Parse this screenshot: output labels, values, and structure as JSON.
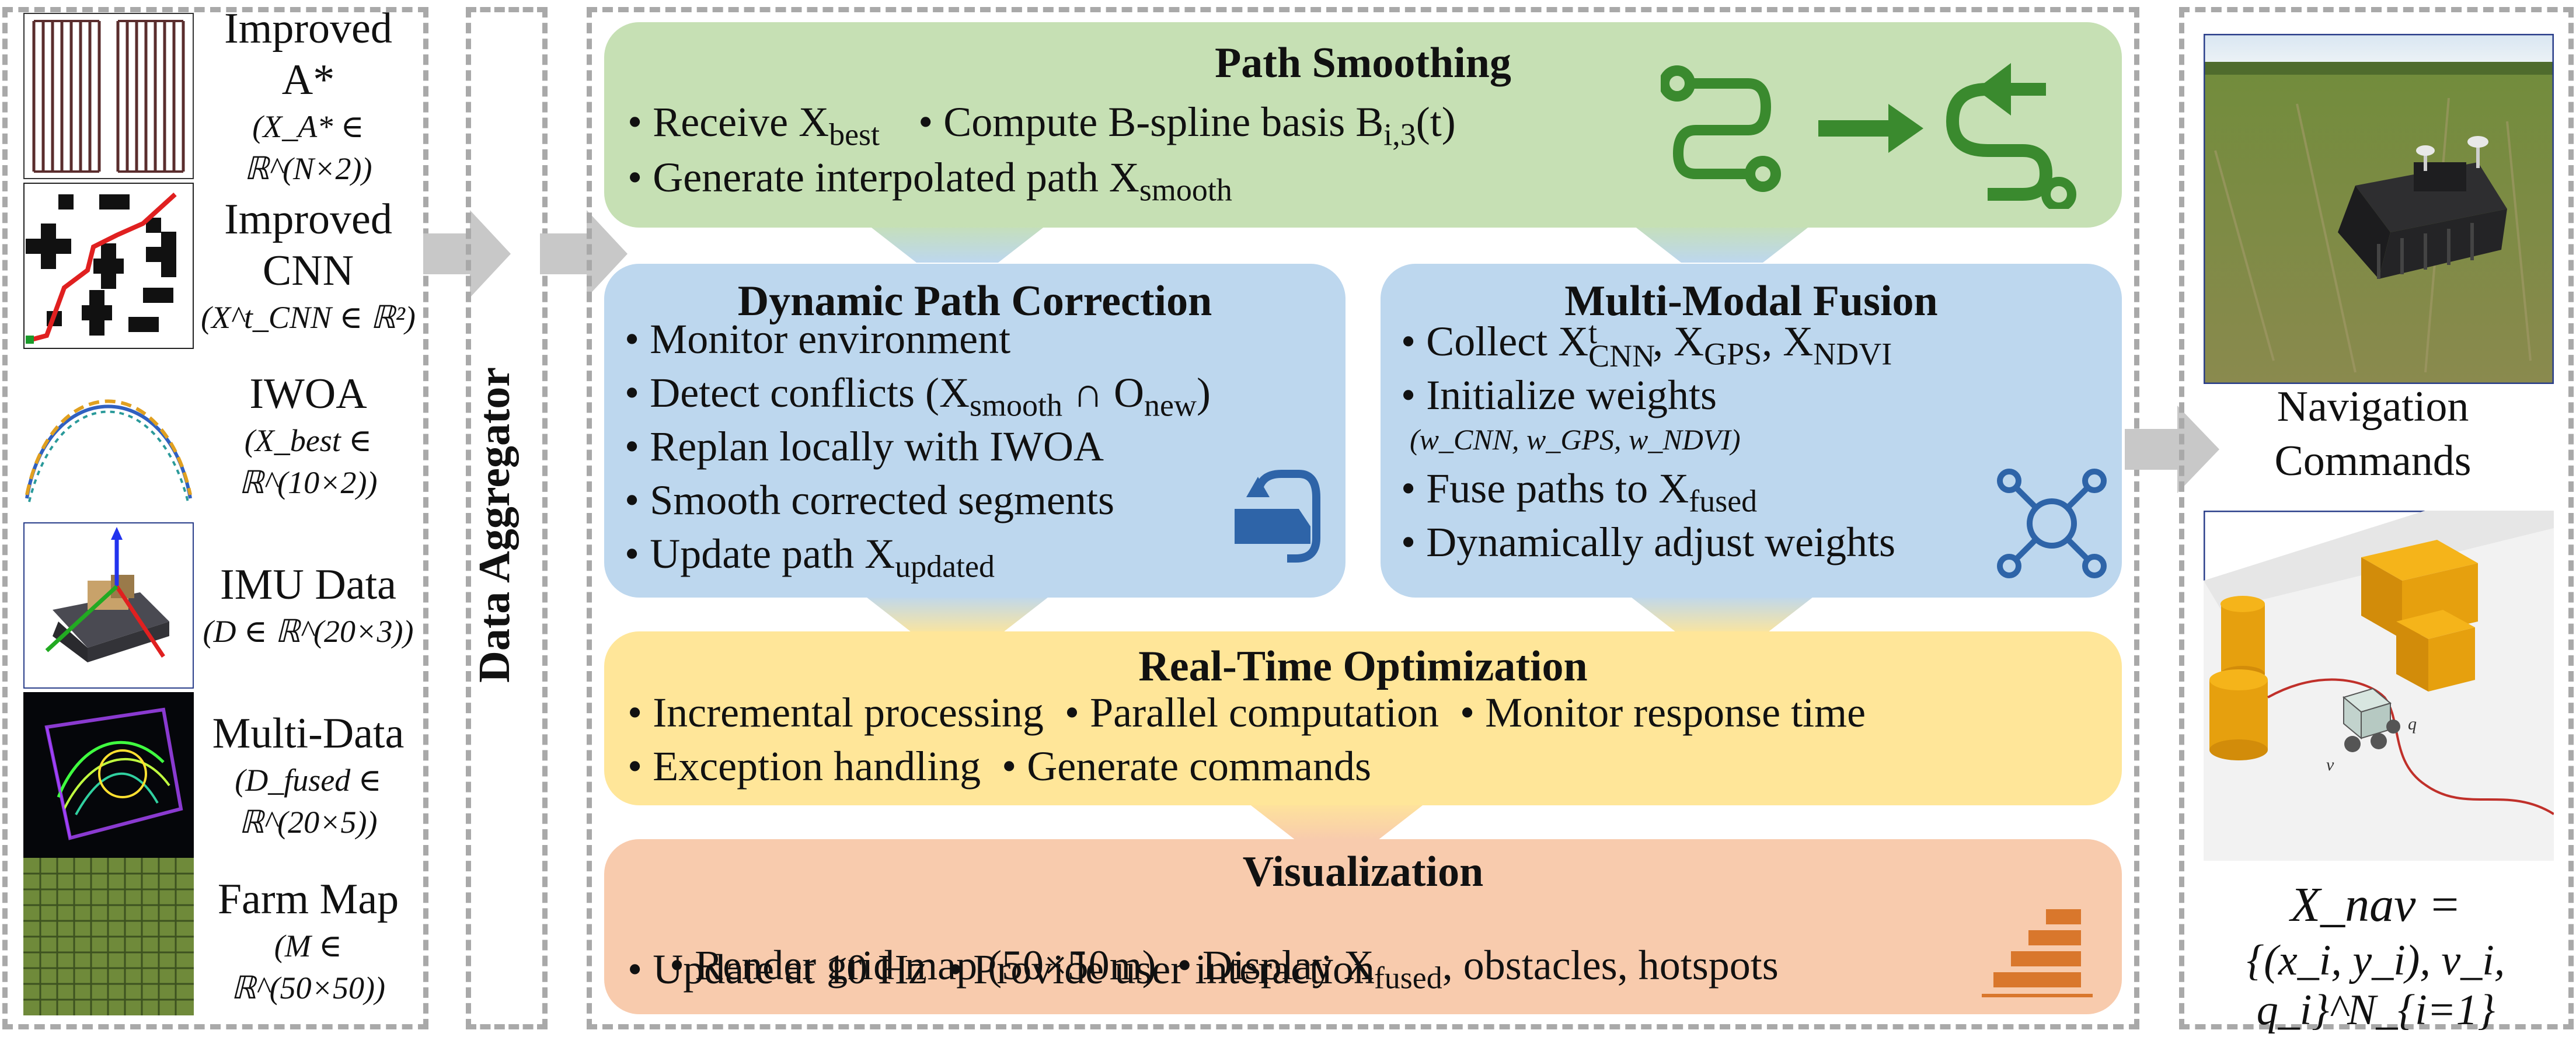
{
  "inputs": [
    {
      "title": "Improved A*",
      "sub": "(X_{A*} ∈ ℝ^{N×2})"
    },
    {
      "title": "Improved CNN",
      "sub": "(X^t_CNN ∈ ℝ^2)"
    },
    {
      "title": "IWOA",
      "sub": "(X_best ∈ ℝ^{10×2})"
    },
    {
      "title": "IMU Data",
      "sub": "(D ∈ ℝ^{20×3})"
    },
    {
      "title": "Multi-Data",
      "sub": "(D_fused ∈ ℝ^{20×5})"
    },
    {
      "title": "Farm Map",
      "sub": "(M ∈ ℝ^{50×50})"
    }
  ],
  "input_titles": {
    "a_line1": "Improved",
    "a_line2": "A*",
    "a_sub": "(X",
    "cnn_line1": "Improved",
    "cnn_line2": "CNN",
    "iwoa": "IWOA",
    "imu": "IMU Data",
    "multi": "Multi-Data",
    "farm": "Farm Map"
  },
  "input_subs": {
    "a": "(X_A* ∈ ℝ^(N×2))",
    "cnn": "(X^t_CNN ∈ ℝ²)",
    "iwoa": "(X_best ∈ ℝ^(10×2))",
    "imu": "(D ∈ ℝ^(20×3))",
    "multi": "(D_fused ∈ ℝ^(20×5))",
    "farm": "(M ∈ ℝ^(50×50))"
  },
  "aggregator_label": "Data Aggregator",
  "path_smoothing": {
    "title": "Path Smoothing",
    "line1a": "• Receive X",
    "line1a_sub": "best",
    "line1b": "• Compute B-spline basis B",
    "line1b_sub": "i,3",
    "line1b_tail": "(t)",
    "line2": "• Generate interpolated path X",
    "line2_sub": "smooth"
  },
  "dynamic_correction": {
    "title": "Dynamic Path Correction",
    "items": [
      "• Monitor environment",
      "• Detect conflicts (X",
      "• Replan locally with IWOA",
      "• Smooth corrected segments",
      "• Update path X"
    ],
    "detect_sub1": "smooth",
    "detect_mid": " ∩ O",
    "detect_sub2": "new",
    "detect_tail": ")",
    "update_sub": "updated"
  },
  "fusion": {
    "title": "Multi-Modal Fusion",
    "collect": "• Collect X",
    "collect_sup": "t",
    "collect_sub": "CNN",
    "collect_rest": ", X",
    "gps_sub": "GPS",
    "collect_rest2": ", X",
    "ndvi_sub": "NDVI",
    "init": "• Initialize weights",
    "weights": "(w_CNN, w_GPS, w_NDVI)",
    "fuse": "• Fuse paths to X",
    "fuse_sub": "fused",
    "adjust": "• Dynamically adjust weights"
  },
  "realtime": {
    "title": "Real-Time Optimization",
    "line1": "• Incremental processing  • Parallel computation  • Monitor response time",
    "line2": "• Exception handling  • Generate commands"
  },
  "visualization": {
    "title": "Visualization",
    "line1a": "• Render grid map (50×50m)  • Display X",
    "line1_sub": "fused",
    "line1b": ", obstacles, hotspots",
    "line2": "• Update at 10 Hz  • Provide user interaction"
  },
  "output": {
    "nav_line1": "Navigation",
    "nav_line2": "Commands",
    "xnav_line1": "X_nav =",
    "xnav_line2": "{(x_i, y_i), v_i, q_i}^N_{i=1}",
    "sim_label_q": "q",
    "sim_label_v": "v"
  },
  "colors": {
    "green_box": "#c6e0b4",
    "blue_box": "#bdd7ee",
    "yellow_box": "#ffe699",
    "orange_box": "#f8cbad",
    "green_icon": "#3a8a2e",
    "blue_icon": "#2e64a8",
    "orange_icon": "#d9772c",
    "arrow_gray": "#c8c8c8",
    "dash_gray": "#a9a9a9"
  }
}
